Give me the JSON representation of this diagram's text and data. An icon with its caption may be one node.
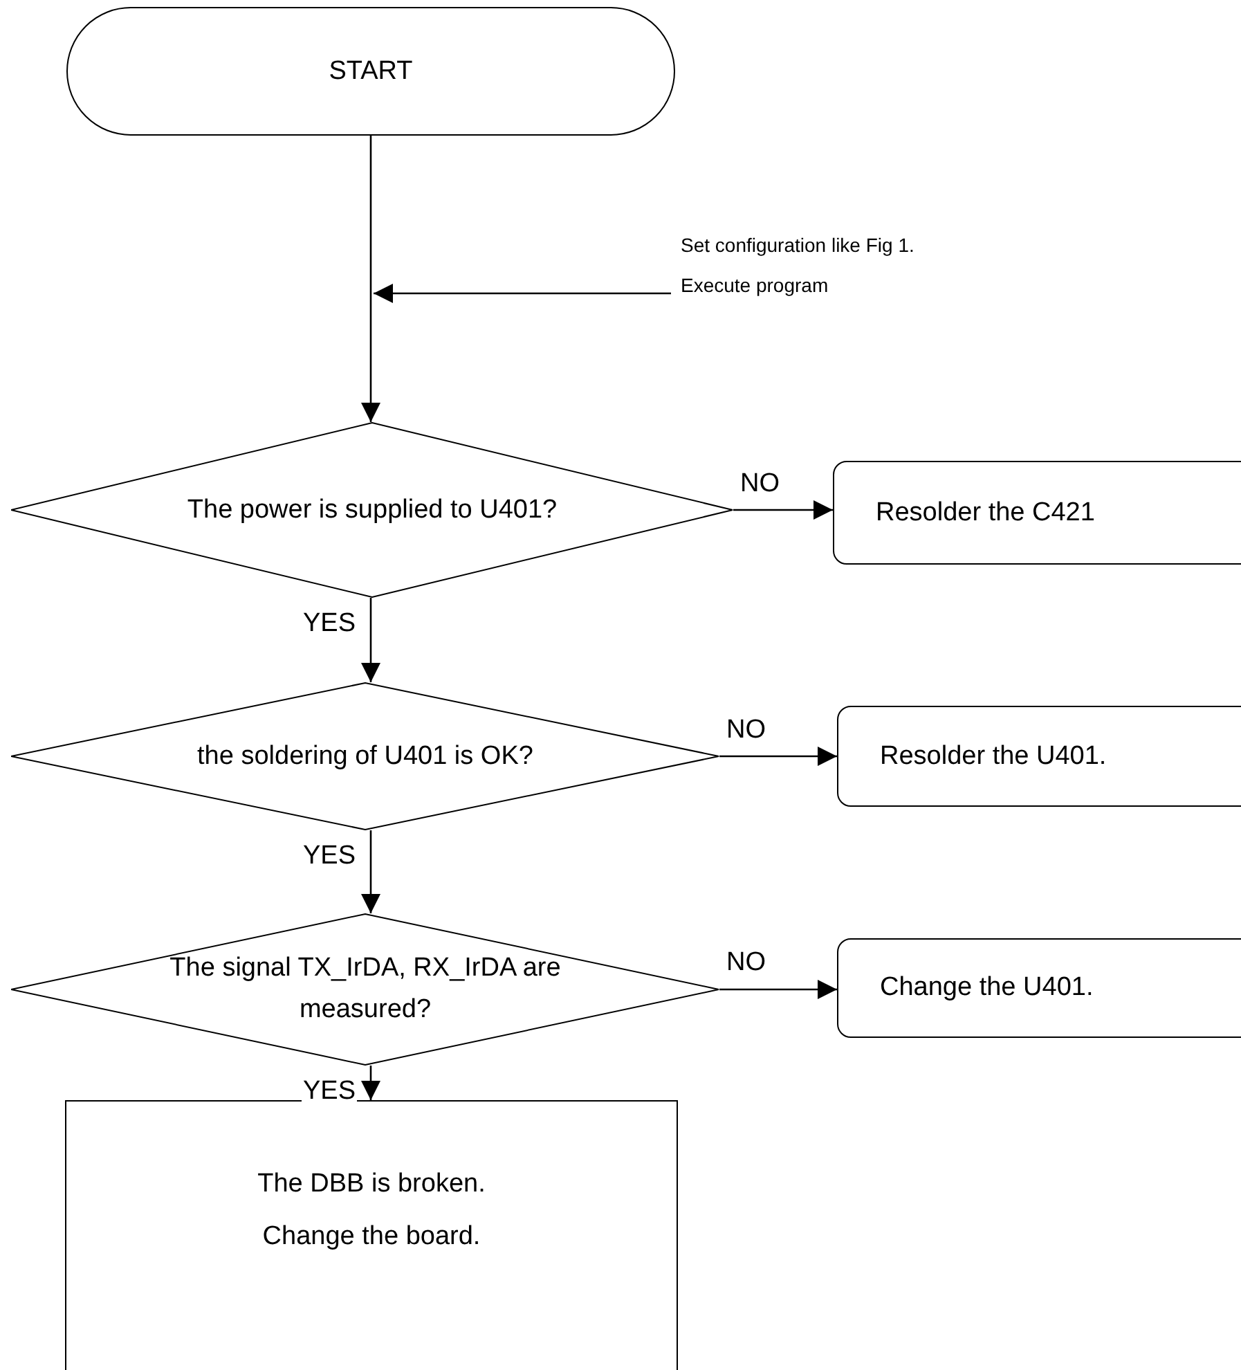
{
  "diagram": {
    "nodes": [
      {
        "text": [
          "START"
        ]
      },
      {
        "text": [
          "Set configuration like Fig 1.",
          "Execute program"
        ]
      },
      {
        "text": [
          "The power is supplied to U401?"
        ]
      },
      {
        "text": [
          "Resolder the C421"
        ]
      },
      {
        "text": [
          "the soldering of U401 is OK?"
        ]
      },
      {
        "text": [
          "Resolder the U401."
        ]
      },
      {
        "text": [
          "The signal  TX_IrDA, RX_IrDA are measured?"
        ]
      },
      {
        "text": [
          "Change the U401."
        ]
      },
      {
        "text": [
          "The DBB is broken.",
          "Change the board."
        ]
      }
    ],
    "edges": [
      {
        "from": 0,
        "to": 2,
        "arrow": "to"
      },
      {
        "from": 1,
        "to": null,
        "arrow": "to"
      },
      {
        "from": 2,
        "to": 3,
        "arrow": "to",
        "label": "NO"
      },
      {
        "from": 2,
        "to": 4,
        "arrow": "to",
        "label": "YES"
      },
      {
        "from": 4,
        "to": 5,
        "arrow": "to",
        "label": "NO"
      },
      {
        "from": 4,
        "to": 6,
        "arrow": "to",
        "label": "YES"
      },
      {
        "from": 6,
        "to": 7,
        "arrow": "to",
        "label": "NO"
      },
      {
        "from": 6,
        "to": 8,
        "arrow": "to",
        "label": "YES"
      }
    ]
  }
}
